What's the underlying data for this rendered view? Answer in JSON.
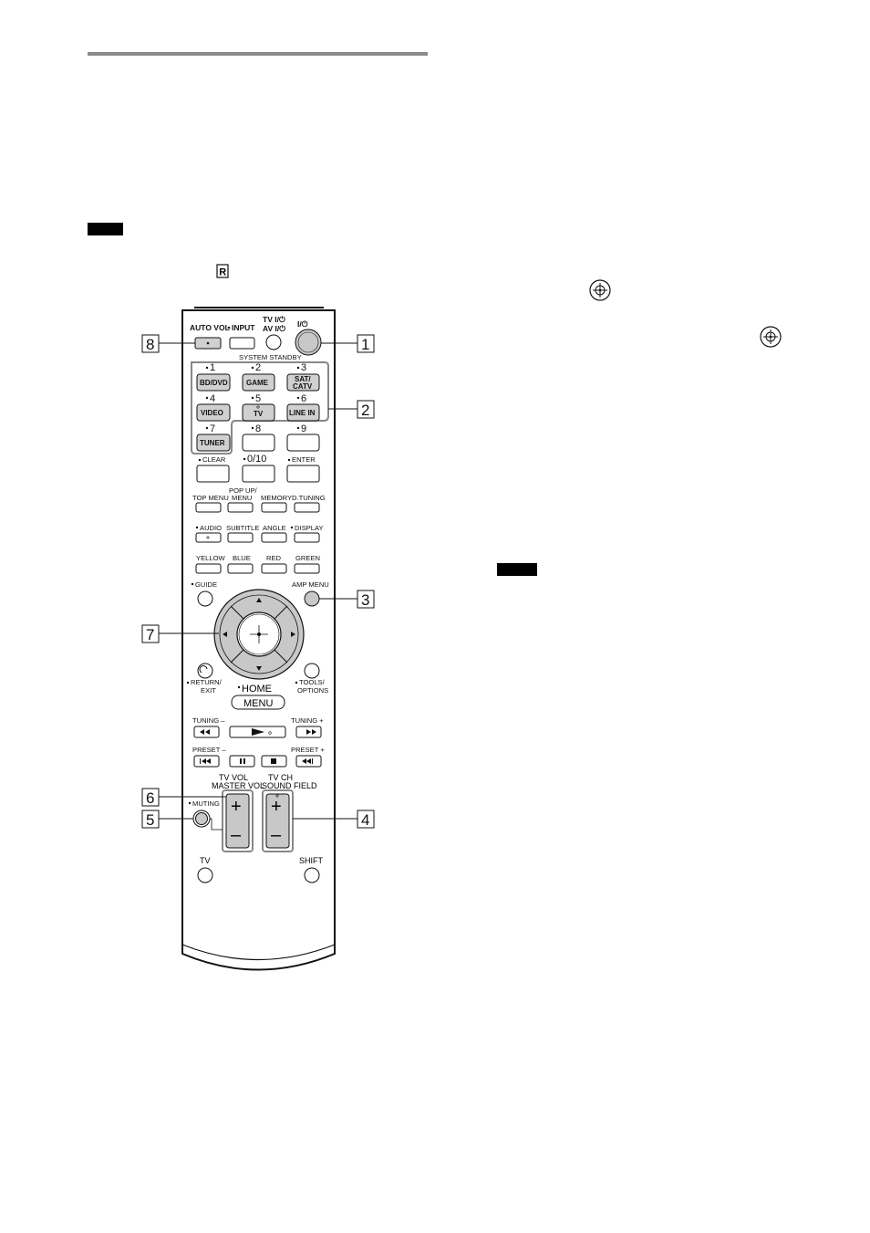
{
  "page": {
    "r_mark": "R"
  },
  "remote": {
    "top_row": {
      "auto_vol": "AUTO VOL",
      "input": "INPUT",
      "tv_power": "TV I/⏻",
      "av_power": "AV I/⏻",
      "power": "I/⏻",
      "system_standby": "SYSTEM STANDBY"
    },
    "input_buttons": [
      {
        "num": "1",
        "label": "BD/DVD"
      },
      {
        "num": "2",
        "label": "GAME"
      },
      {
        "num": "3",
        "label": "SAT/",
        "label2": "CATV"
      },
      {
        "num": "4",
        "label": "VIDEO"
      },
      {
        "num": "5",
        "label": "TV"
      },
      {
        "num": "6",
        "label": "LINE IN"
      },
      {
        "num": "7",
        "label": "TUNER"
      },
      {
        "num": "8",
        "label": ""
      },
      {
        "num": "9",
        "label": ""
      }
    ],
    "row_clear": {
      "clear": "CLEAR",
      "zero": "0/10",
      "enter": "ENTER"
    },
    "row_menu": {
      "top_menu": "TOP MENU",
      "popup1": "POP UP/",
      "popup2": "MENU",
      "memory": "MEMORY",
      "dtuning": "D.TUNING"
    },
    "row_audio": {
      "audio": "AUDIO",
      "subtitle": "SUBTITLE",
      "angle": "ANGLE",
      "display": "DISPLAY"
    },
    "row_color": {
      "yellow": "YELLOW",
      "blue": "BLUE",
      "red": "RED",
      "green": "GREEN"
    },
    "nav": {
      "guide": "GUIDE",
      "amp_menu": "AMP MENU",
      "return1": "RETURN/",
      "return2": "EXIT",
      "tools1": "TOOLS/",
      "tools2": "OPTIONS",
      "home": "HOME",
      "menu": "MENU"
    },
    "transport": {
      "tuning_minus": "TUNING –",
      "tuning_plus": "TUNING +",
      "preset_minus": "PRESET –",
      "preset_plus": "PRESET +"
    },
    "volume": {
      "tv_vol": "TV VOL",
      "master_vol": "MASTER VOL",
      "tv_ch": "TV CH",
      "sound_field": "SOUND FIELD",
      "muting": "MUTING",
      "plus": "+",
      "minus": "–"
    },
    "bottom": {
      "tv": "TV",
      "shift": "SHIFT"
    }
  },
  "callouts": [
    "1",
    "2",
    "3",
    "4",
    "5",
    "6",
    "7",
    "8"
  ]
}
